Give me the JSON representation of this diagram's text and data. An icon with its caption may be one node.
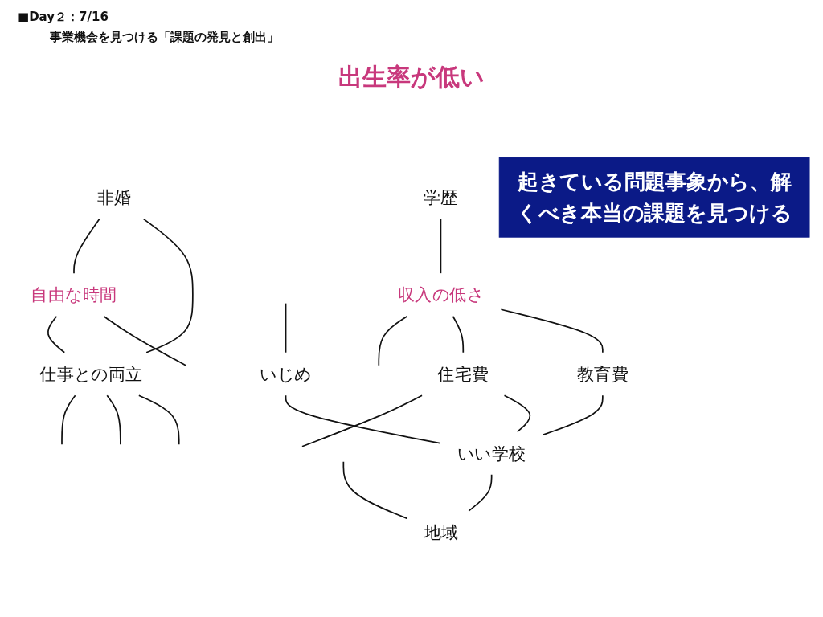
{
  "diagram": {
    "title": "出生率が低い",
    "nodes": [
      {
        "text": [
          "非婚"
        ]
      },
      {
        "text": [
          "自由な時間"
        ]
      },
      {
        "text": [
          "仕事との両立"
        ]
      },
      {
        "text": [
          "起きている問題事象から、解くべき本当の課題を見つける"
        ]
      },
      {
        "text": [
          "学歴"
        ]
      },
      {
        "text": [
          "住宅費"
        ]
      },
      {
        "text": [
          "いじめ"
        ]
      },
      {
        "text": [
          "収入の低さ"
        ]
      },
      {
        "text": [
          "教育費"
        ]
      },
      {
        "text": [
          "いい学校"
        ]
      },
      {
        "text": [
          "地域"
        ]
      }
    ],
    "edges": [
      {
        "from": 0,
        "to": 1,
        "arrow": "none"
      },
      {
        "from": 0,
        "to": 2,
        "arrow": "none"
      },
      {
        "from": 1,
        "to": 2,
        "arrow": "none"
      },
      {
        "from": 1,
        "to": null,
        "arrow": "none"
      },
      {
        "from": 2,
        "to": null,
        "arrow": "none"
      },
      {
        "from": 2,
        "to": null,
        "arrow": "none"
      },
      {
        "from": 2,
        "to": null,
        "arrow": "none"
      },
      {
        "from": null,
        "to": 6,
        "arrow": "none"
      },
      {
        "from": null,
        "to": 10,
        "arrow": "none"
      },
      {
        "from": 4,
        "to": 7,
        "arrow": "none"
      },
      {
        "from": 7,
        "to": null,
        "arrow": "none"
      },
      {
        "from": 7,
        "to": 5,
        "arrow": "none"
      },
      {
        "from": 5,
        "to": null,
        "arrow": "none"
      },
      {
        "from": 7,
        "to": 8,
        "arrow": "none"
      },
      {
        "from": 8,
        "to": 9,
        "arrow": "none"
      },
      {
        "from": 5,
        "to": 9,
        "arrow": "none"
      },
      {
        "from": 6,
        "to": 9,
        "arrow": "none"
      },
      {
        "from": 9,
        "to": 10,
        "arrow": "none"
      }
    ],
    "labels": [
      "■Day２：7/16",
      "事業機会を見つける「課題の発見と創出」"
    ]
  }
}
